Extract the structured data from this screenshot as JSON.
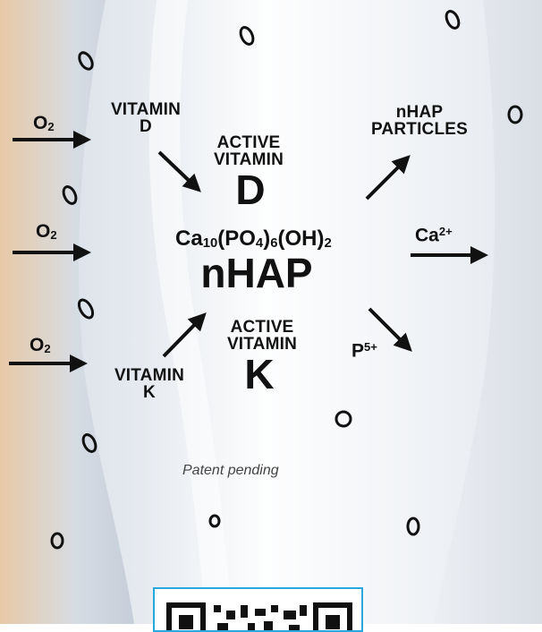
{
  "inputs": {
    "o2_top": "O",
    "o2_mid": "O",
    "o2_bottom": "O",
    "o2_sub": "2"
  },
  "vitamin_d": {
    "line1": "VITAMIN",
    "line2": "D"
  },
  "active_vitamin_d": {
    "line1": "ACTIVE",
    "line2": "VITAMIN",
    "letter": "D"
  },
  "vitamin_k": {
    "line1": "VITAMIN",
    "line2": "K"
  },
  "active_vitamin_k": {
    "line1": "ACTIVE",
    "line2": "VITAMIN",
    "letter": "K"
  },
  "center": {
    "formula": {
      "p1": "Ca",
      "s1": "10",
      "p2": "(PO",
      "s2": "4",
      "p3": ")",
      "s3": "6",
      "p4": "(OH)",
      "s4": "2"
    },
    "name": "nHAP"
  },
  "outputs": {
    "particles": {
      "line1": "nHAP",
      "line2": "PARTICLES"
    },
    "calcium": {
      "base": "Ca",
      "charge": "2+"
    },
    "phosphorus": {
      "base": "P",
      "charge": "5+"
    }
  },
  "footnote": "Patent pending",
  "colors": {
    "ink": "#111111",
    "qr_border": "#29a8e0"
  }
}
